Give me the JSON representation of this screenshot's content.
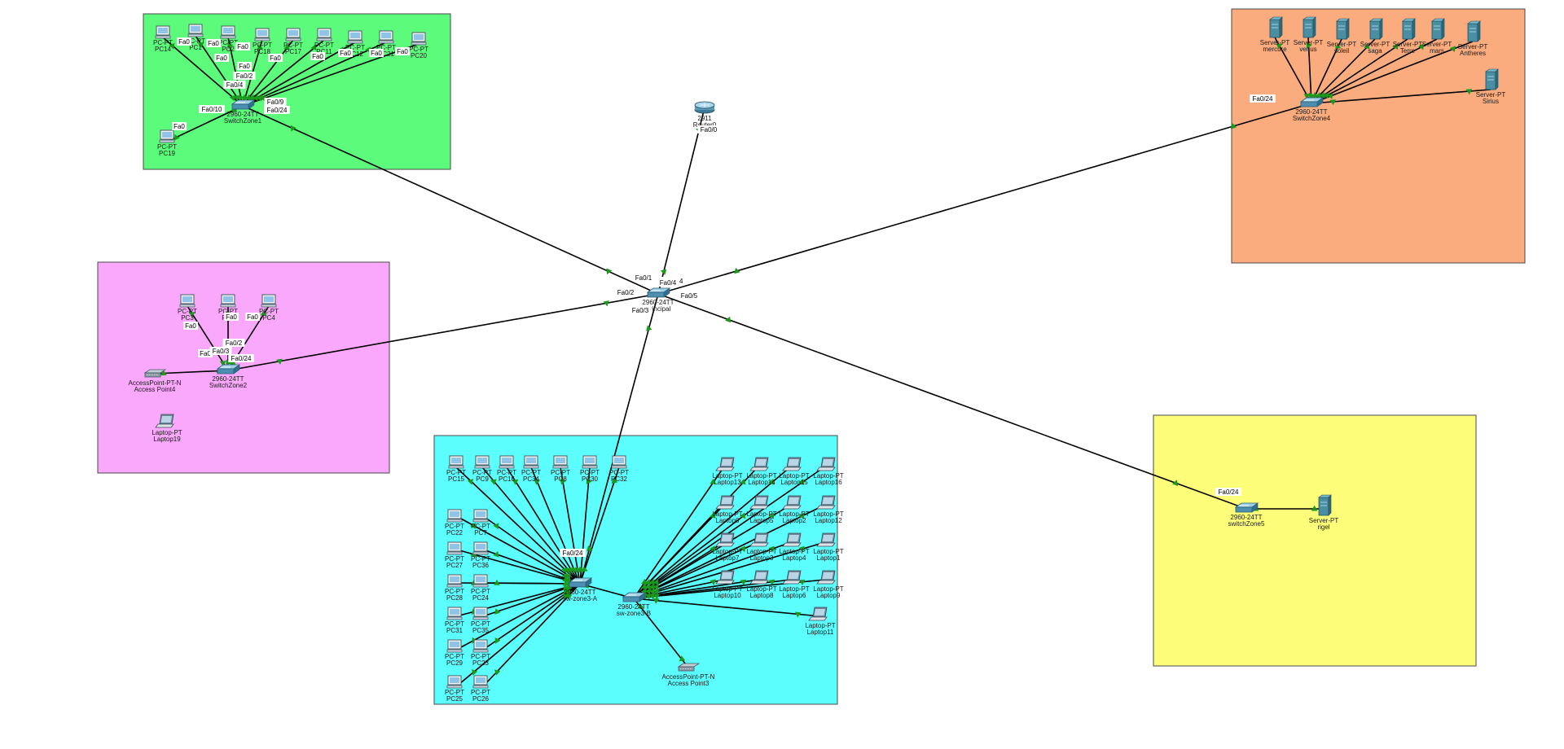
{
  "colors": {
    "zone1": "#5cfb7c",
    "zone2": "#faa8fb",
    "zone3": "#5cfdfd",
    "zone4": "#fbac7f",
    "zone5": "#fdfd7a",
    "link": "#000000",
    "link_status": "#1a9a1a"
  },
  "core": {
    "switch": {
      "model": "2960-24TT",
      "name": "Principal"
    },
    "router": {
      "model": "2911",
      "name": "Router0",
      "port": "Fa0/0"
    },
    "ports": {
      "p1": "Fa0/1",
      "p2": "Fa0/2",
      "p3": "Fa0/3",
      "p4": "Fa0/4",
      "p5": "Fa0/5",
      "p24": "Fa0/24"
    }
  },
  "zone1": {
    "switch": {
      "model": "2960-24TT",
      "name": "SwitchZone1"
    },
    "pcs": [
      "PC14",
      "PC1",
      "PC2",
      "PC18",
      "PC17",
      "PC11",
      "PC12",
      "PC21",
      "PC20",
      "PC19"
    ],
    "pc_model": "PC-PT",
    "port_fa0": "Fa0",
    "ports": {
      "p2": "Fa0/2",
      "p4": "Fa0/4",
      "p9": "Fa0/9",
      "p10": "Fa0/10",
      "p24": "Fa0/24"
    }
  },
  "zone2": {
    "switch": {
      "model": "2960-24TT",
      "name": "SwitchZone2"
    },
    "pcs": [
      "PC3",
      "PC5",
      "PC4"
    ],
    "pc_model": "PC-PT",
    "ap": {
      "model": "AccessPoint-PT-N",
      "name": "Access Point4"
    },
    "laptop": {
      "model": "Laptop-PT",
      "name": "Laptop19"
    },
    "port_fa0": "Fa0",
    "ports": {
      "p2": "Fa0/2",
      "p3": "Fa0/3",
      "p24": "Fa0/24"
    }
  },
  "zone3": {
    "switchA": {
      "model": "2960-24TT",
      "name": "sw-zone3-A"
    },
    "switchB": {
      "model": "2960-24TT",
      "name": "sw-zone3-B"
    },
    "pcs_top": [
      "PC15",
      "PC9",
      "PC16",
      "PC34",
      "PC8",
      "PC30",
      "PC32"
    ],
    "pcs_left": [
      [
        "PC22",
        "PC7"
      ],
      [
        "PC27",
        "PC36"
      ],
      [
        "PC28",
        "PC24"
      ],
      [
        "PC31",
        "PC35"
      ],
      [
        "PC29",
        "PC23"
      ],
      [
        "PC25",
        "PC26"
      ]
    ],
    "pc_model": "PC-PT",
    "laptops": [
      [
        "Laptop13",
        "Laptop14",
        "Laptop15",
        "Laptop16"
      ],
      [
        "Laptop0",
        "Laptop5",
        "Laptop2",
        "Laptop12"
      ],
      [
        "Laptop7",
        "Laptop3",
        "Laptop4",
        "Laptop1"
      ],
      [
        "Laptop10",
        "Laptop8",
        "Laptop6",
        "Laptop9"
      ]
    ],
    "laptop_extra": "Laptop11",
    "laptop_model": "Laptop-PT",
    "ap": {
      "model": "AccessPoint-PT-N",
      "name": "Access Point3"
    },
    "ports": {
      "p24": "Fa0/24"
    }
  },
  "zone4": {
    "switch": {
      "model": "2960-24TT",
      "name": "SwitchZone4"
    },
    "servers": [
      "mercure",
      "venus",
      "soleil",
      "saga",
      "Terre",
      "mars",
      "Antheres",
      "Sirius"
    ],
    "server_model": "Server-PT",
    "ports": {
      "p24": "Fa0/24"
    }
  },
  "zone5": {
    "switch": {
      "model": "2960-24TT",
      "name": "switchZone5"
    },
    "server": {
      "model": "Server-PT",
      "name": "rigel"
    },
    "ports": {
      "p24": "Fa0/24"
    }
  }
}
